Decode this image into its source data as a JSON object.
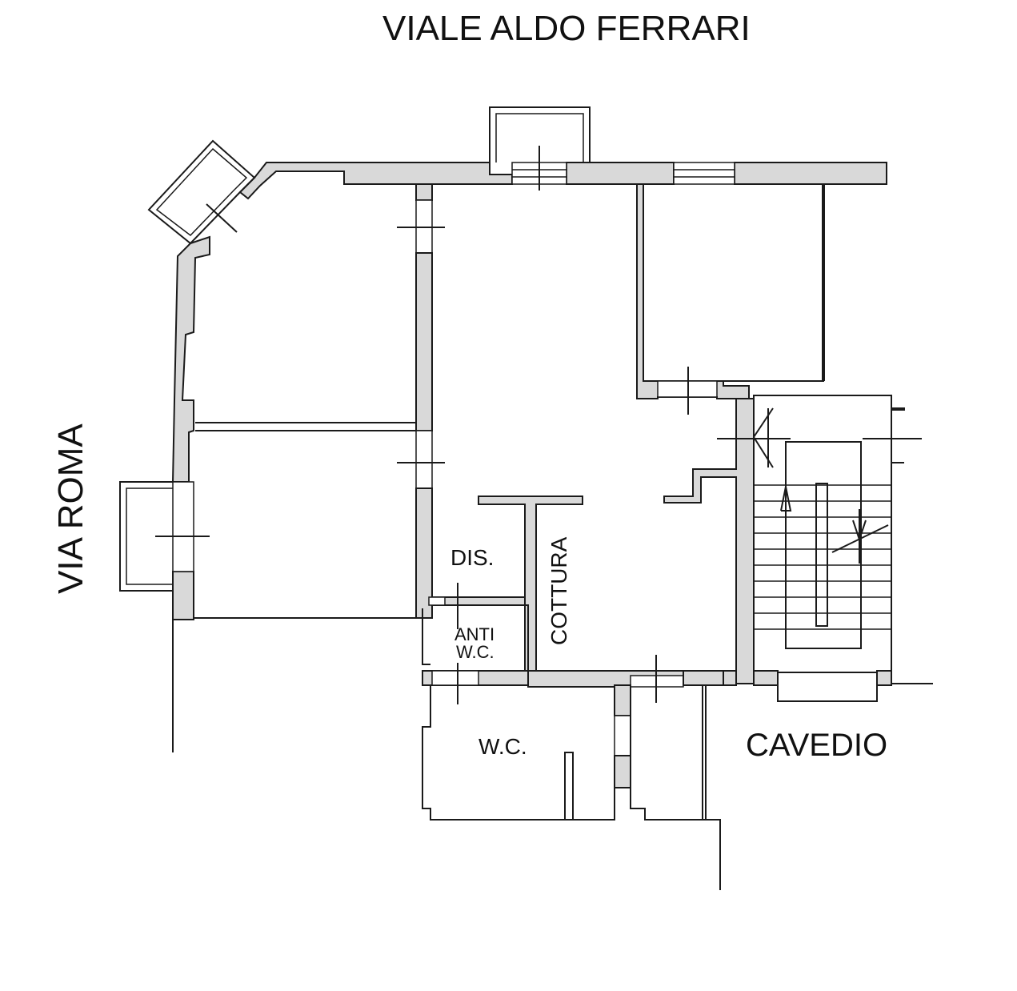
{
  "labels": {
    "street_top": "VIALE ALDO FERRARI",
    "street_left": "VIA ROMA",
    "dis": "DIS.",
    "anti_line1": "ANTI",
    "anti_line2": "W.C.",
    "cottura": "COTTURA",
    "wc": "W.C.",
    "cavedio": "CAVEDIO"
  },
  "colors": {
    "wall_fill": "#d9d9d9",
    "line": "#1a1a1a",
    "background": "#ffffff"
  }
}
